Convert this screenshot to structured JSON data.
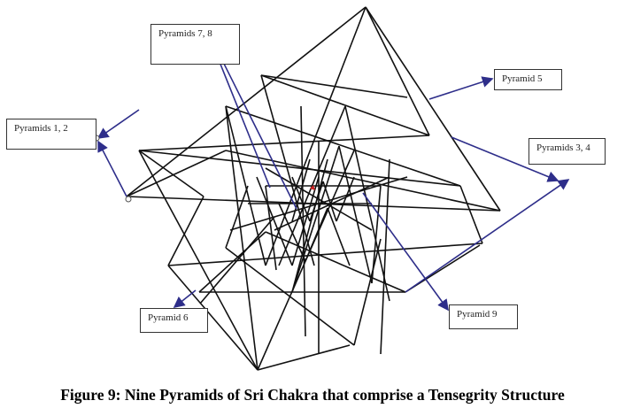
{
  "figure": {
    "caption": "Figure 9: Nine Pyramids of Sri Chakra that comprise a Tensegrity Structure",
    "labels": {
      "p78": "Pyramids 7, 8",
      "p5": "Pyramid 5",
      "p12": "Pyramids 1, 2",
      "p34": "Pyramids 3, 4",
      "p6": "Pyramid 6",
      "p9": "Pyramid 9"
    },
    "colors": {
      "structure": "#111111",
      "arrow": "#2e2e8a",
      "center": "#cc2222"
    }
  }
}
